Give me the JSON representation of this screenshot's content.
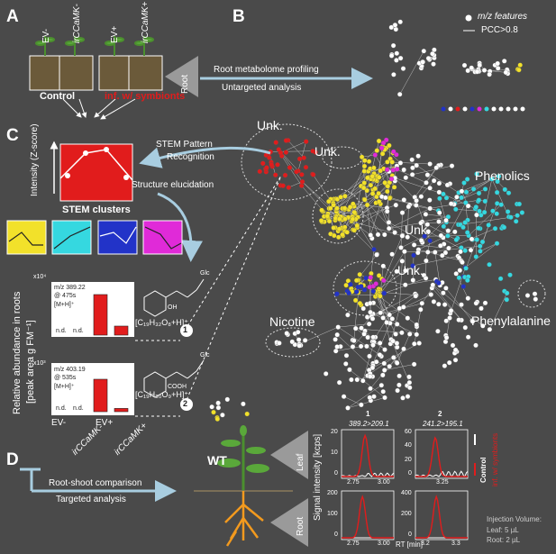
{
  "panels": {
    "a": "A",
    "b": "B",
    "c": "C",
    "d": "D"
  },
  "panel_a": {
    "plants": [
      "EV-",
      "irCCaMK-",
      "EV+",
      "irCCaMK+"
    ],
    "control_label": "Control",
    "treatment_label": "inf. w/ symbionts",
    "root_label": "Root"
  },
  "panel_b": {
    "legend_features": "m/z features",
    "legend_pcc": "PCC>0.8",
    "arrow_line1": "Root metabolome profiling",
    "arrow_line2": "Untargeted analysis",
    "clusters": {
      "unk1": "Unk.",
      "unk2": "Unk.",
      "unk3": "Unk.",
      "unk4": "Unk.",
      "phenolics": "Phenolics",
      "nicotine": "Nicotine",
      "phenylalanine": "Phenylalanine"
    },
    "colors": {
      "white": "#ffffff",
      "yellow": "#f2e12a",
      "cyan": "#35d8e0",
      "blue": "#2233c8",
      "magenta": "#e02ad8",
      "red": "#e11c1c"
    }
  },
  "panel_c": {
    "y_axis": "Intensity (Z-score)",
    "stem_line1": "STEM Pattern",
    "stem_line2": "Recognition",
    "structure": "Structure elucidation",
    "clusters_title": "STEM clusters",
    "bar_ylabel_1": "Relative abundance in roots",
    "bar_ylabel_2": "[peak area g FM⁻¹]",
    "compound1": {
      "scale": "x10⁴",
      "mz": "m/z 389.22",
      "rt": "@ 475s",
      "ion": "[M+H]⁺",
      "formula": "[C₁₉H₃₂O₈+H]⁺",
      "number": "1",
      "glc": "Glc",
      "oh": "OH",
      "nd": "n.d."
    },
    "compound2": {
      "scale": "x10³",
      "mz": "m/z 403.19",
      "rt": "@ 535s",
      "ion": "[M+H]⁺",
      "formula": "[C₁₉H₃₀O₉+H]⁺",
      "number": "2",
      "glc": "Glc",
      "cooh": "COOH",
      "nd": "n.d."
    },
    "x_categories": [
      "EV-",
      "irCCaMK-",
      "EV+",
      "irCCaMK+"
    ]
  },
  "panel_d": {
    "arrow_line1": "Root-shoot comparison",
    "arrow_line2": "Targeted analysis",
    "wt": "WT",
    "leaf": "Leaf",
    "root": "Root",
    "y_axis": "Signal intensity [kcps]",
    "x_axis": "RT [min]",
    "transition1": "389.2>209.1",
    "transition2": "241.2>195.1",
    "num1": "1",
    "num2": "2",
    "legend_control": "Control",
    "legend_treatment": "inf. w/ symbionts",
    "injection_title": "Injection Volume:",
    "injection_leaf": "Leaf:   5 µL",
    "injection_root": "Root:   2 µL",
    "ticks": {
      "leaf1_y": [
        "20",
        "10",
        "0"
      ],
      "leaf2_y": [
        "60",
        "40",
        "20",
        "0"
      ],
      "root1_y": [
        "200",
        "100",
        "0"
      ],
      "root2_y": [
        "400",
        "200",
        "0"
      ],
      "leaf1_x": [
        "2.75",
        "3.00"
      ],
      "leaf2_x": [
        "3.25"
      ],
      "root1_x": [
        "2.75",
        "3.00"
      ],
      "root2_x": [
        "3.2",
        "3.3"
      ]
    }
  },
  "chart_data": [
    {
      "type": "bar",
      "title": "m/z 389.22 @ 475s",
      "categories": [
        "EV-",
        "irCCaMK-",
        "EV+",
        "irCCaMK+"
      ],
      "values": [
        0,
        0,
        9,
        2
      ],
      "ylabel": "Relative abundance in roots [peak area g FM⁻¹]",
      "ylim": [
        0,
        10
      ]
    },
    {
      "type": "bar",
      "title": "m/z 403.19 @ 535s",
      "categories": [
        "EV-",
        "irCCaMK-",
        "EV+",
        "irCCaMK+"
      ],
      "values": [
        0,
        0,
        4,
        0.4
      ],
      "ylim": [
        0,
        5
      ]
    }
  ]
}
